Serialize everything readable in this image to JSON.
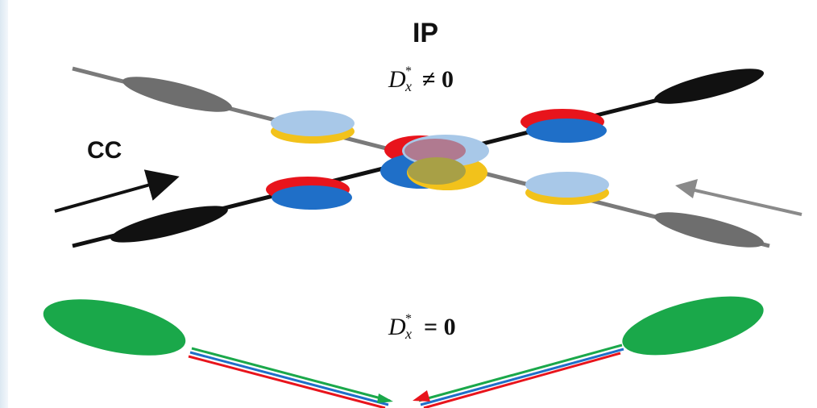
{
  "labels": {
    "ip": "IP",
    "cc": "CC",
    "dx_nonzero": "D",
    "dx_nonzero_sub": "x",
    "dx_nonzero_sup": "*",
    "dx_nonzero_rel": "≠ 0",
    "dx_zero": "D",
    "dx_zero_sub": "x",
    "dx_zero_sup": "*",
    "dx_zero_rel": "= 0"
  },
  "colors": {
    "gray_beam": "#7a7a7a",
    "black_beam": "#111111",
    "red": "#e8141c",
    "blue": "#1f6fc8",
    "yellow": "#f2c21b",
    "light_blue": "#a8c8e8",
    "green": "#1aa84a",
    "mauve": "#b07a90",
    "olive": "#a8a046"
  }
}
